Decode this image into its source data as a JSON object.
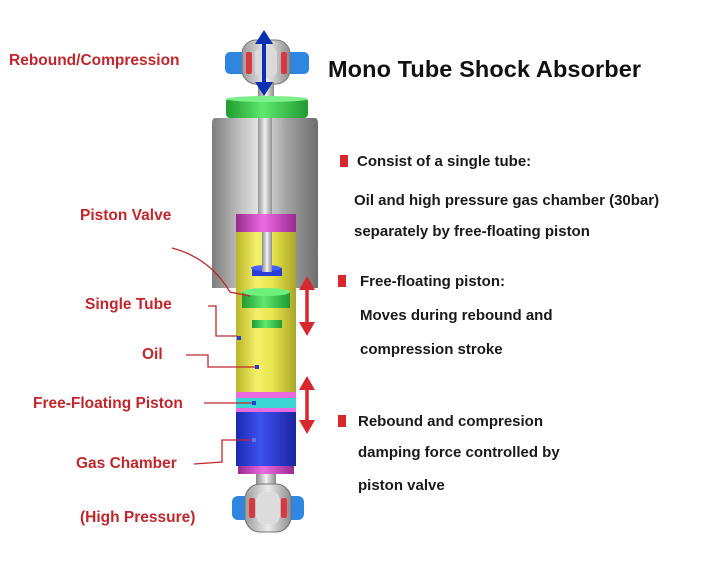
{
  "title": "Mono Tube Shock Absorber",
  "labels": {
    "rebound_compression": "Rebound/Compression",
    "piston_valve": "Piston Valve",
    "single_tube": "Single Tube",
    "oil": "Oil",
    "free_floating_piston": "Free-Floating Piston",
    "gas_chamber": "Gas Chamber",
    "high_pressure": "(High Pressure)"
  },
  "bullets": [
    {
      "heading": "Consist of a single tube:",
      "lines": [
        "Oil and high pressure gas chamber (30bar)",
        "separately by free-floating piston"
      ]
    },
    {
      "heading": "Free-floating piston:",
      "lines": [
        "Moves during rebound and",
        "compression stroke"
      ]
    },
    {
      "heading": "Rebound and compresion",
      "lines": [
        "damping force controlled by",
        "piston valve"
      ]
    }
  ],
  "colors": {
    "label_red": "#c0272d",
    "arrow_red": "#d7282f",
    "arrow_blue": "#0b2fb0",
    "oil_yellow": "#e9e64a",
    "gas_blue": "#2a3bd8",
    "seal_green": "#35c94a",
    "cap_magenta": "#d63fc8",
    "ring_cyan": "#3ad6d6",
    "body_gray": "#a9a9a9"
  }
}
